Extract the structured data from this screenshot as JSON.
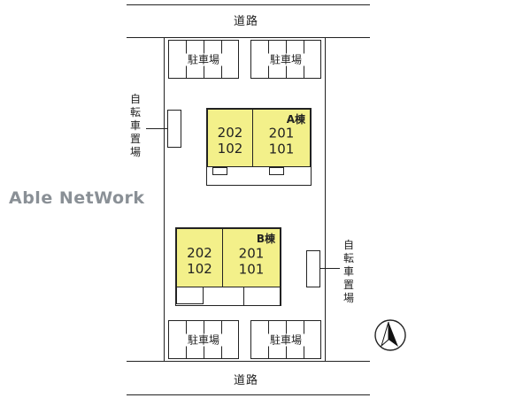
{
  "roads": {
    "top": "道路",
    "bottom": "道路"
  },
  "parking": {
    "top_left": "駐車場",
    "top_right": "駐車場",
    "bottom_left": "駐車場",
    "bottom_right": "駐車場"
  },
  "bicycle_parking": {
    "left": [
      "自",
      "転",
      "車",
      "置",
      "場"
    ],
    "right": [
      "自",
      "転",
      "車",
      "置",
      "場"
    ]
  },
  "building_a": {
    "name": "A棟",
    "units": [
      {
        "upper": "202",
        "lower": "102"
      },
      {
        "upper": "201",
        "lower": "101"
      }
    ]
  },
  "building_b": {
    "name": "B棟",
    "units": [
      {
        "upper": "202",
        "lower": "102"
      },
      {
        "upper": "201",
        "lower": "101"
      }
    ]
  },
  "watermark": "Able NetWork",
  "icons": {
    "compass": "north-arrow-icon"
  },
  "colors": {
    "unit_fill": "#f3f08a",
    "line": "#222222",
    "watermark": "#8a9096"
  }
}
